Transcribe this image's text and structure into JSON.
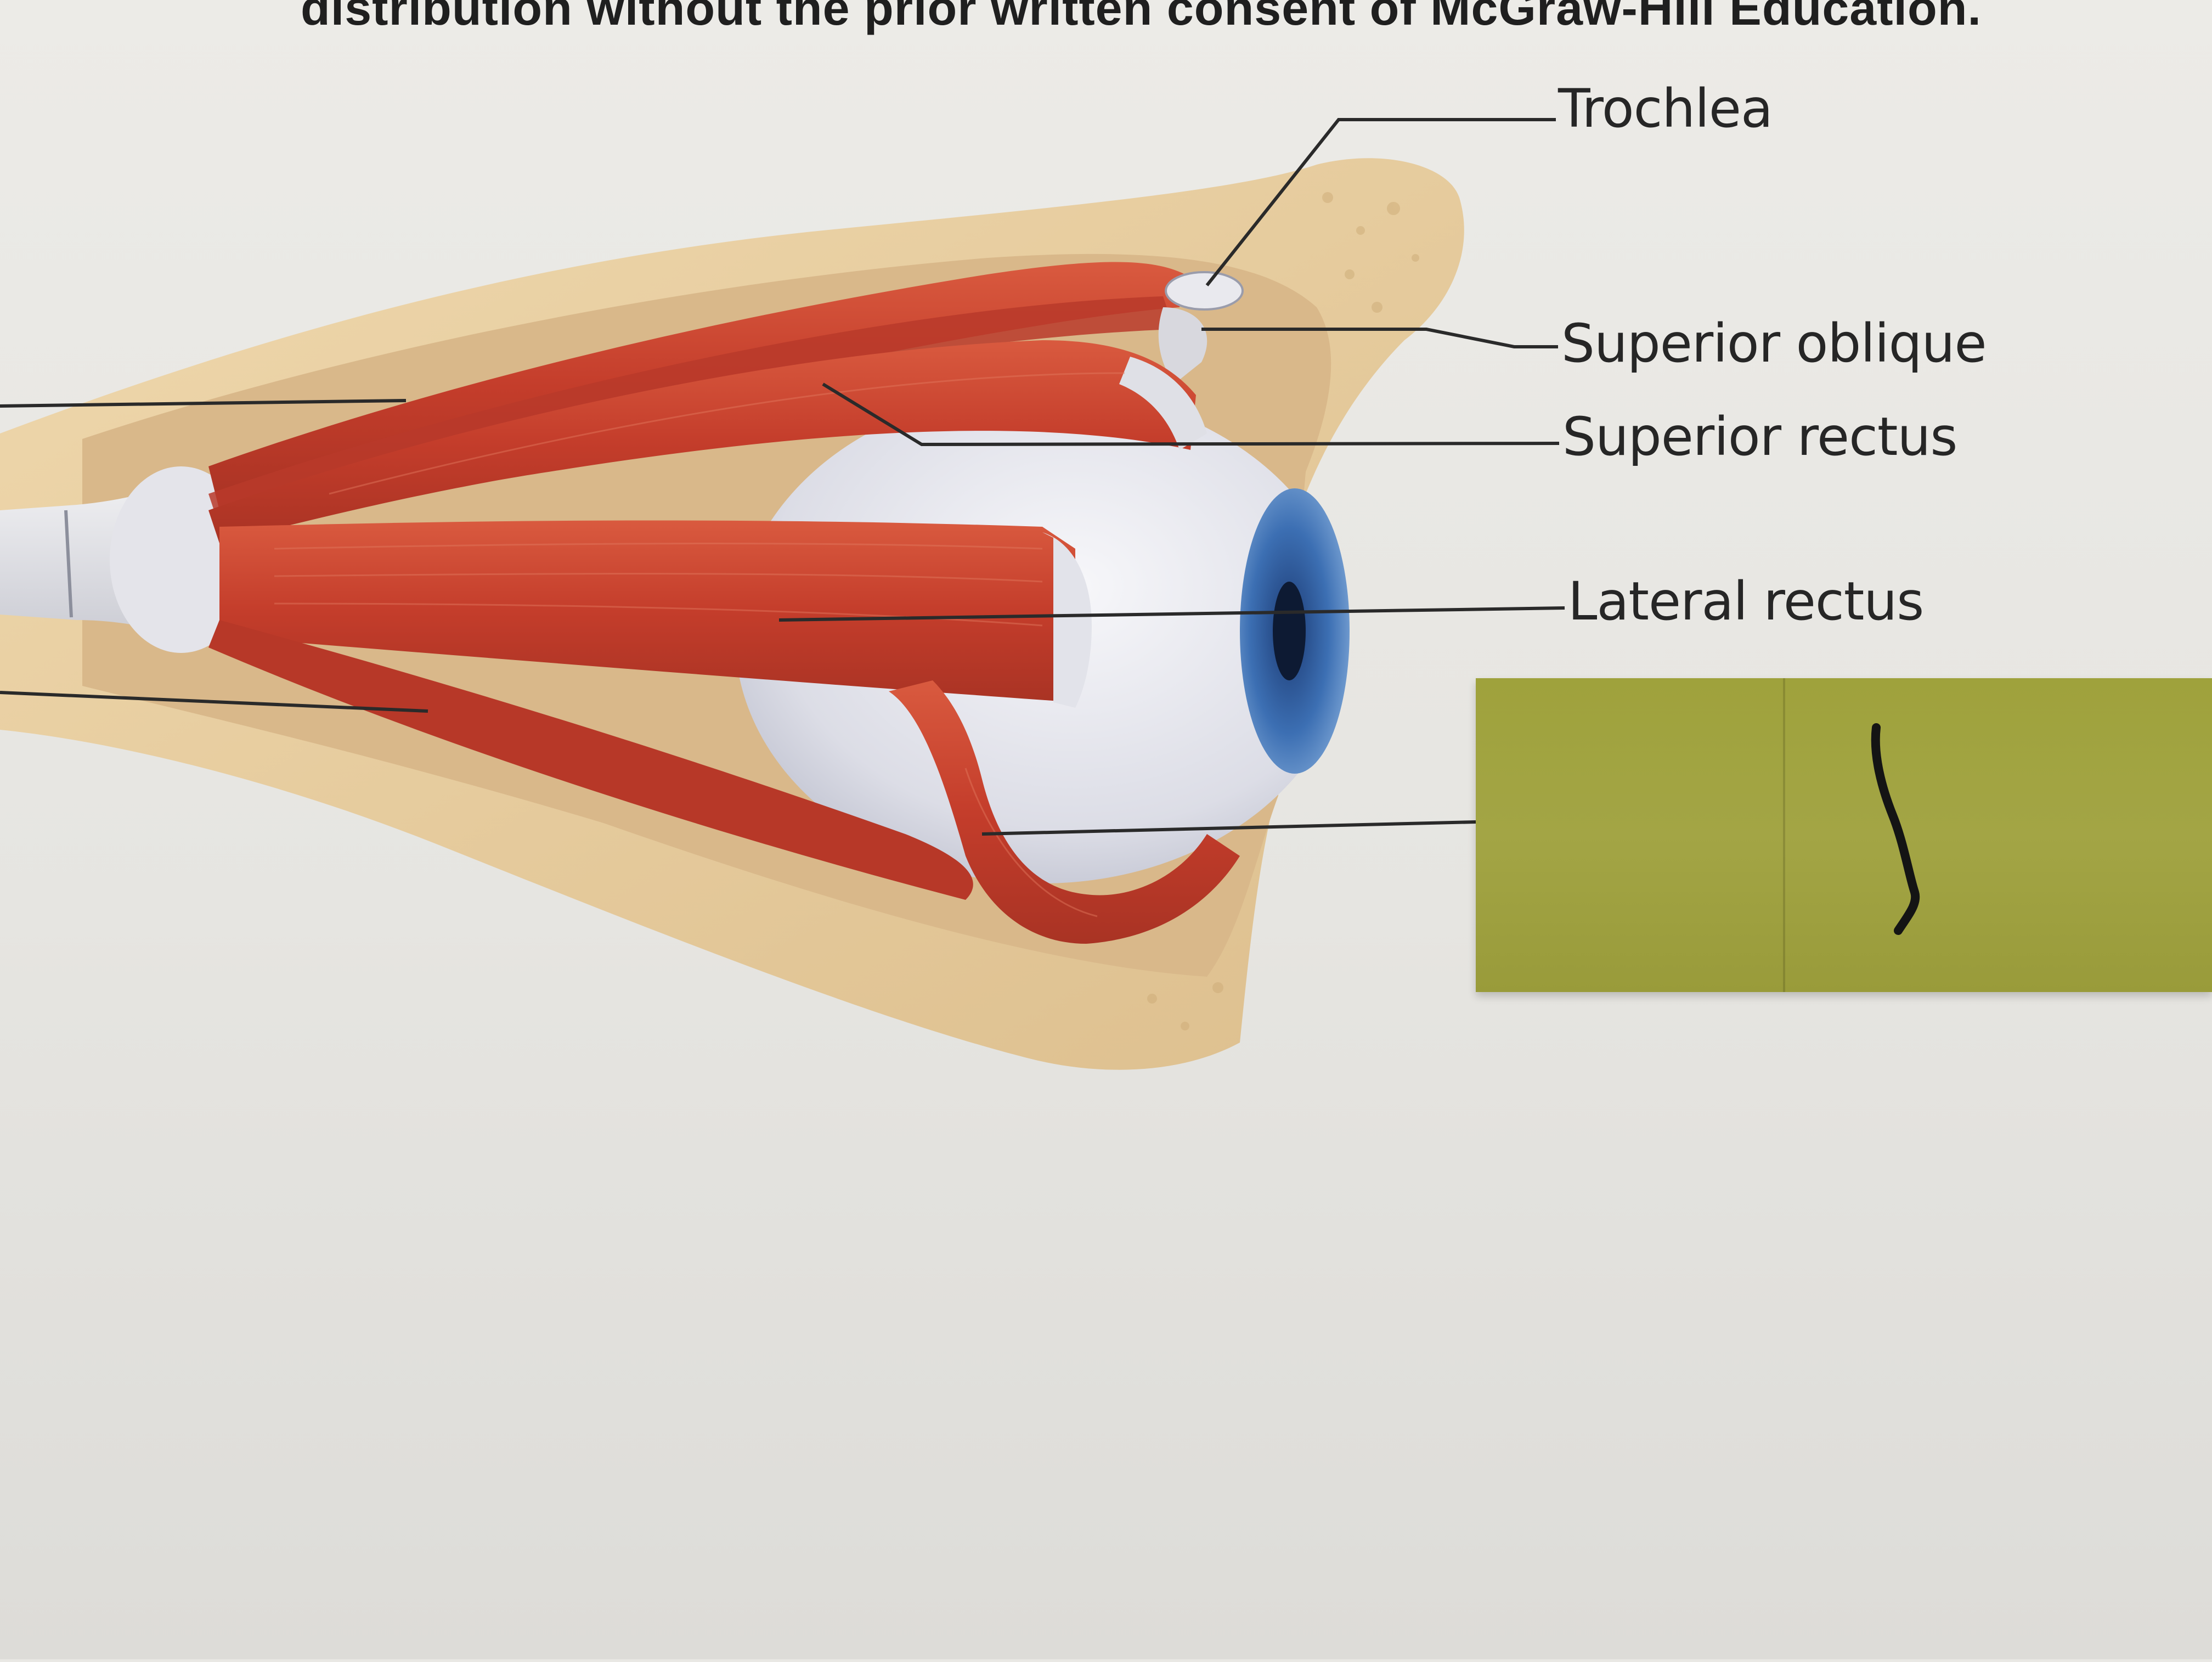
{
  "header": {
    "copyright_text": "distribution without the prior written consent of McGraw-Hill Education."
  },
  "diagram": {
    "labels": {
      "trochlea": "Trochlea",
      "superior_oblique": "Superior oblique",
      "superior_rectus": "Superior rectus",
      "lateral_rectus": "Lateral rectus"
    },
    "covered_label_note": "",
    "colors": {
      "muscle": "#c8432f",
      "bone": "#e6c99a",
      "sclera": "#e9eaf0",
      "iris": "#3b6fb0",
      "tape": "#a0a33f",
      "leader_line": "#2a2a2a"
    }
  }
}
